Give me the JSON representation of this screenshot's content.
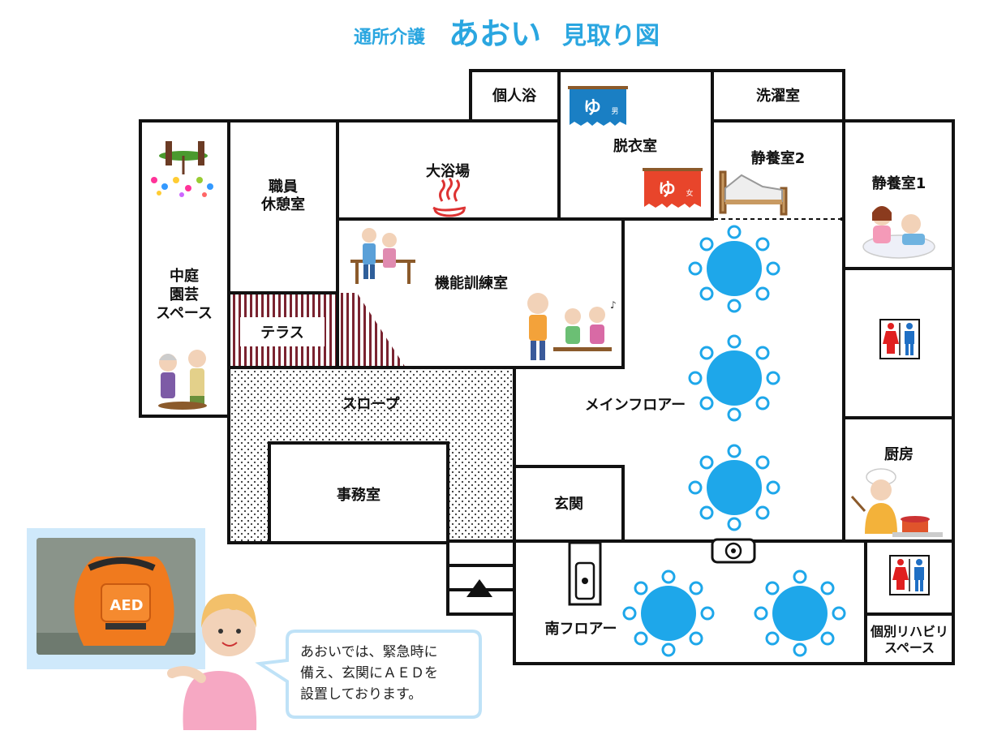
{
  "title": {
    "prefix": "通所介護",
    "name": "あおい",
    "suffix": "見取り図"
  },
  "rooms": {
    "private_bath": "個人浴",
    "dressing_room": "脱衣室",
    "laundry": "洗濯室",
    "courtyard_line1": "中庭",
    "courtyard_line2": "園芸",
    "courtyard_line3": "スペース",
    "staff_line1": "職員",
    "staff_line2": "休憩室",
    "large_bath": "大浴場",
    "rest_room2": "静養室2",
    "rest_room1": "静養室1",
    "training": "機能訓練室",
    "terrace": "テラス",
    "slope": "スロープ",
    "main_floor": "メインフロアー",
    "office": "事務室",
    "entrance": "玄関",
    "kitchen": "厨房",
    "south_floor": "南フロアー",
    "rehab_line1": "個別リハビリ",
    "rehab_line2": "スペース"
  },
  "bubble": {
    "line1": "あおいでは、緊急時に",
    "line2": "備え、玄関にＡＥＤを",
    "line3": "設置しております。"
  },
  "curtain_marks": {
    "yu": "ゆ",
    "male": "男",
    "female": "女"
  },
  "aed_label": "AED",
  "colors": {
    "accent": "#2aa6e0",
    "table": "#1ea7ea",
    "male_curtain": "#1a7fc4",
    "female_curtain": "#e8452b"
  }
}
